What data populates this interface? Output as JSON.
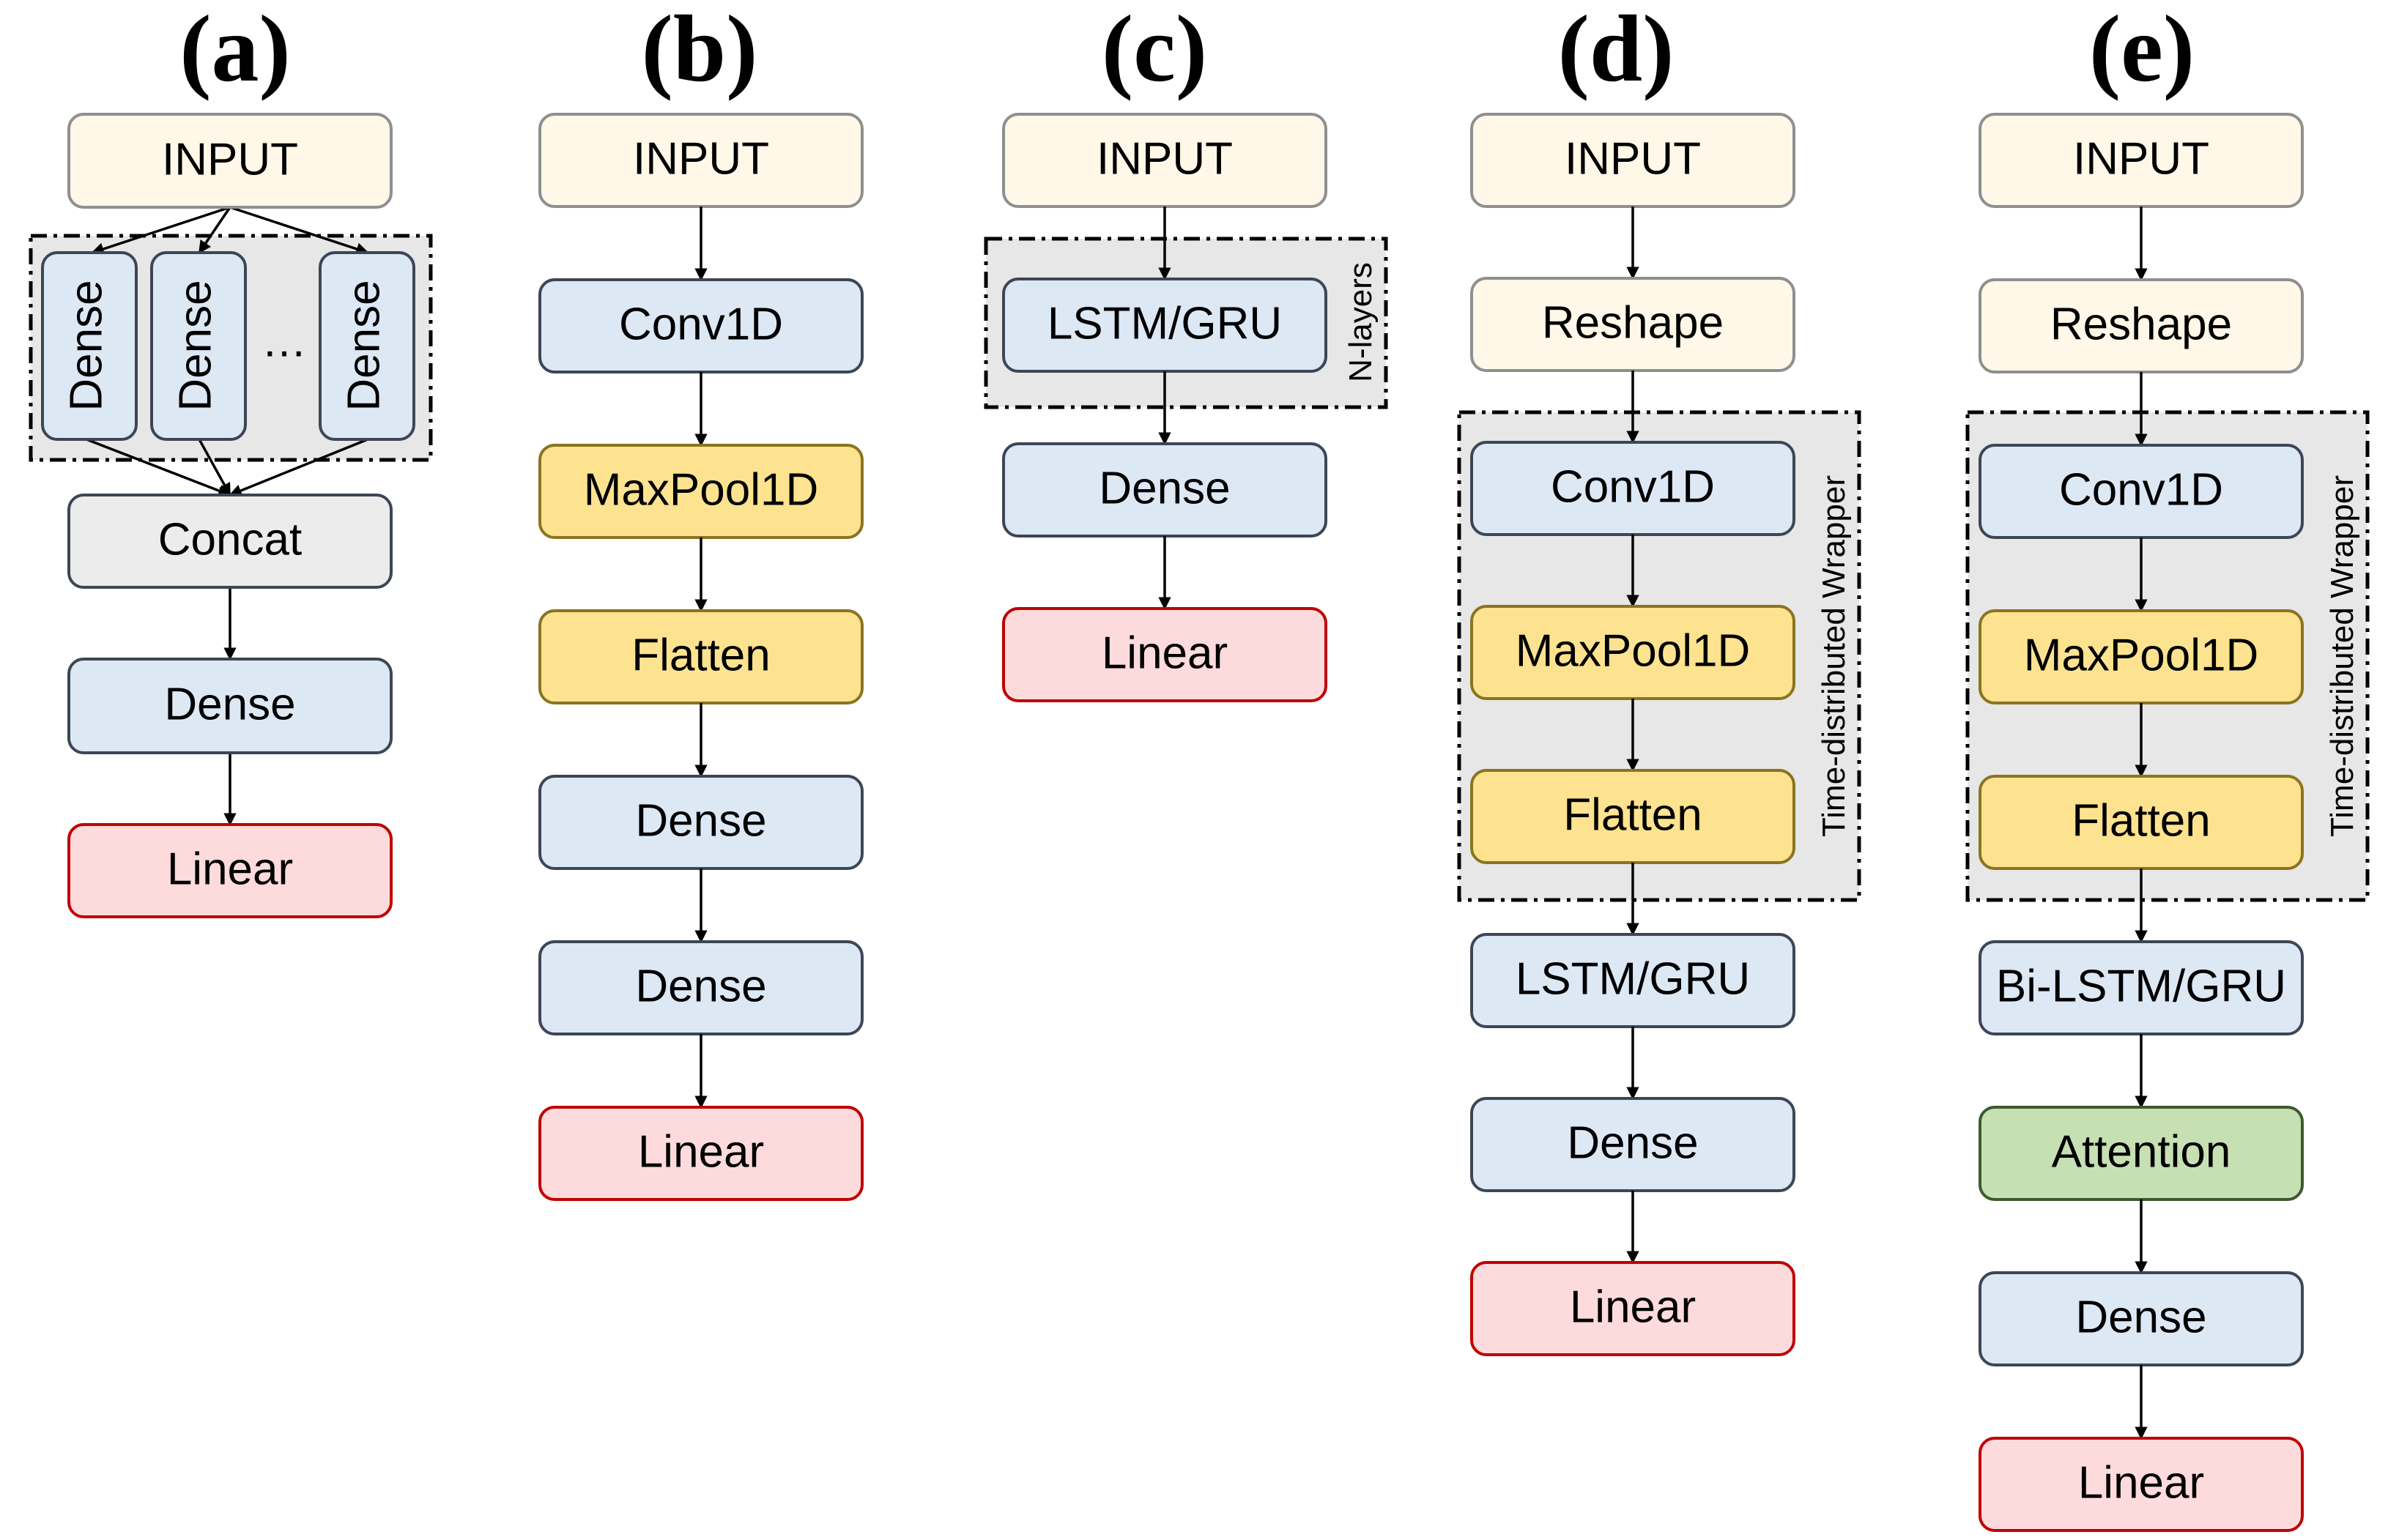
{
  "palette": {
    "input": {
      "fill": "#fff8e8",
      "stroke": "#8f8f8f"
    },
    "reshape": {
      "fill": "#fff8e8",
      "stroke": "#8f8f8f"
    },
    "dense": {
      "fill": "#dde8f5",
      "stroke": "#3c4654"
    },
    "conv": {
      "fill": "#dde8f5",
      "stroke": "#3c4654"
    },
    "rnn": {
      "fill": "#dde8f5",
      "stroke": "#3c4654"
    },
    "pool": {
      "fill": "#fde38f",
      "stroke": "#8a7420"
    },
    "concat": {
      "fill": "#ececec",
      "stroke": "#3c4654"
    },
    "attention": {
      "fill": "#c6e0b4",
      "stroke": "#3d5a2e"
    },
    "linear": {
      "fill": "#fddbdc",
      "stroke": "#c00000"
    }
  },
  "panels": {
    "a": {
      "label": "(a)",
      "branch_nodes": [
        "Dense",
        "Dense",
        "Dense"
      ],
      "ellipsis": "…",
      "nodes": [
        "INPUT",
        "Concat",
        "Dense",
        "Linear"
      ]
    },
    "b": {
      "label": "(b)",
      "nodes": [
        "INPUT",
        "Conv1D",
        "MaxPool1D",
        "Flatten",
        "Dense",
        "Dense",
        "Linear"
      ]
    },
    "c": {
      "label": "(c)",
      "nodes": [
        "INPUT",
        "LSTM/GRU",
        "Dense",
        "Linear"
      ],
      "group_label": "N-layers"
    },
    "d": {
      "label": "(d)",
      "nodes": [
        "INPUT",
        "Reshape",
        "Conv1D",
        "MaxPool1D",
        "Flatten",
        "LSTM/GRU",
        "Dense",
        "Linear"
      ],
      "group_label": "Time-distributed Wrapper"
    },
    "e": {
      "label": "(e)",
      "nodes": [
        "INPUT",
        "Reshape",
        "Conv1D",
        "MaxPool1D",
        "Flatten",
        "Bi-LSTM/GRU",
        "Attention",
        "Dense",
        "Linear"
      ],
      "group_label": "Time-distributed Wrapper"
    }
  }
}
